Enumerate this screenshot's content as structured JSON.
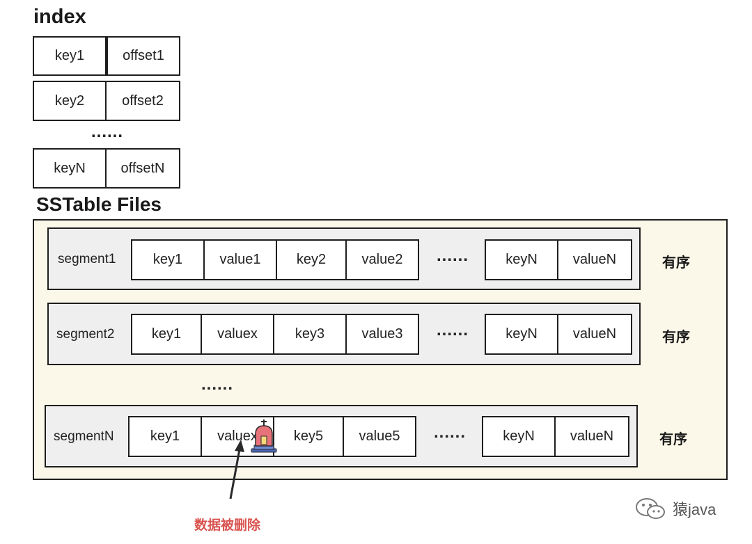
{
  "index": {
    "title": "index",
    "rows": [
      {
        "key": "key1",
        "offset": "offset1"
      },
      {
        "key": "key2",
        "offset": "offset2"
      },
      {
        "key": "keyN",
        "offset": "offsetN"
      }
    ],
    "ellipsis": "......"
  },
  "sstable": {
    "title": "SSTable Files",
    "segments": [
      {
        "label": "segment1",
        "cells": [
          "key1",
          "value1",
          "key2",
          "value2"
        ],
        "tail": [
          "keyN",
          "valueN"
        ],
        "ellipsis": "......",
        "ordered": "有序"
      },
      {
        "label": "segment2",
        "cells": [
          "key1",
          "valuex",
          "key3",
          "value3"
        ],
        "tail": [
          "keyN",
          "valueN"
        ],
        "ellipsis": "......",
        "ordered": "有序"
      },
      {
        "label": "segmentN",
        "cells": [
          "key1",
          "valuex",
          "key5",
          "value5"
        ],
        "tail": [
          "keyN",
          "valueN"
        ],
        "ellipsis": "......",
        "ordered": "有序"
      }
    ],
    "between_ellipsis": "......"
  },
  "annotation": {
    "text": "数据被删除"
  },
  "watermark": {
    "text": "猿java"
  },
  "colors": {
    "background": "#fbf8e9",
    "segment": "#efefef",
    "annotation": "#d9534f",
    "tombstone": "#e8727a"
  },
  "icons": {
    "tombstone": "tombstone-icon",
    "arrow": "arrow-icon",
    "watermark": "wechat-icon"
  }
}
